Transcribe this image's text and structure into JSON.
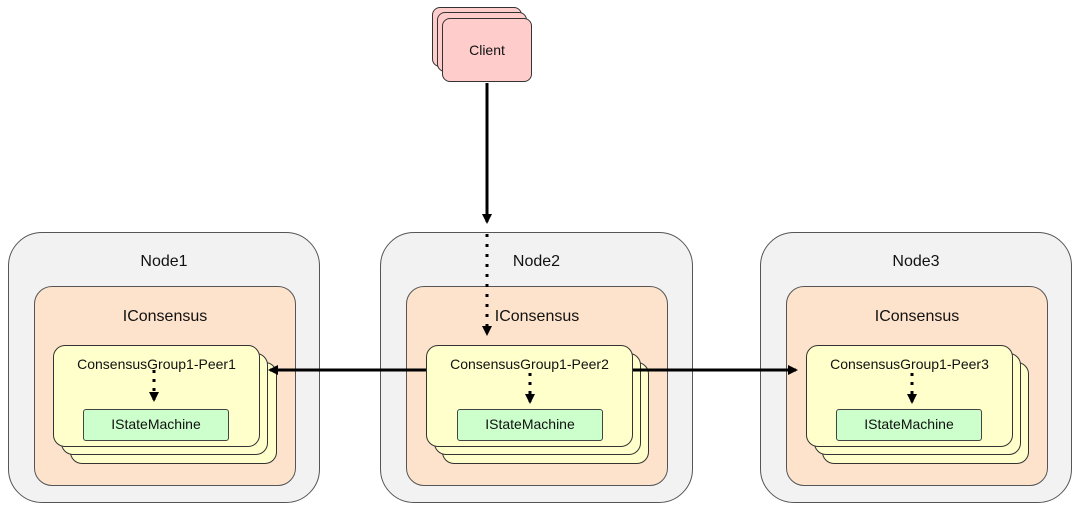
{
  "client": {
    "label": "Client"
  },
  "nodes": [
    {
      "label": "Node1",
      "consensus_label": "IConsensus",
      "peer_label": "ConsensusGroup1-Peer1",
      "state_machine_label": "IStateMachine"
    },
    {
      "label": "Node2",
      "consensus_label": "IConsensus",
      "peer_label": "ConsensusGroup1-Peer2",
      "state_machine_label": "IStateMachine"
    },
    {
      "label": "Node3",
      "consensus_label": "IConsensus",
      "peer_label": "ConsensusGroup1-Peer3",
      "state_machine_label": "IStateMachine"
    }
  ],
  "colors": {
    "node_fill": "#f2f2f2",
    "consensus_fill": "#fde3cc",
    "peer_fill": "#ffffcc",
    "state_machine_fill": "#ccffcc",
    "client_fill": "#ffcccc",
    "edge": "#000000"
  }
}
